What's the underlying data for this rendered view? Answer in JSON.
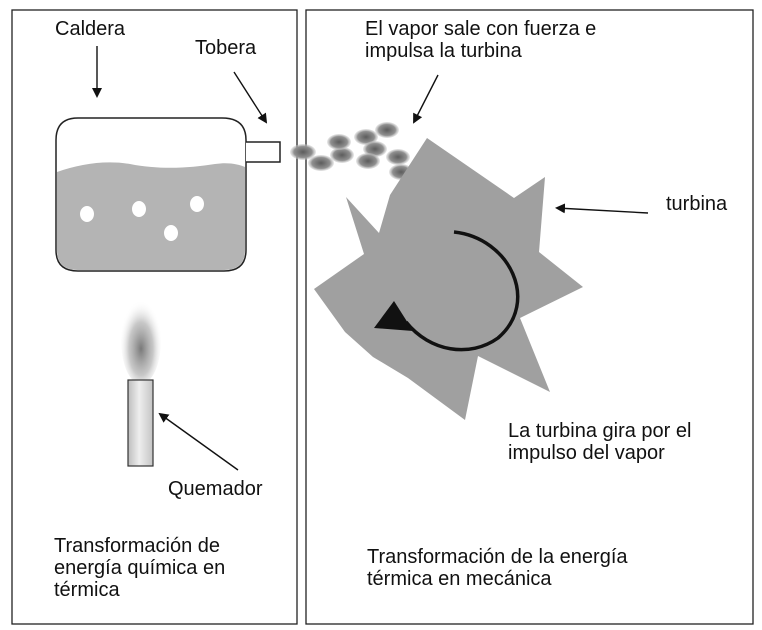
{
  "labels": {
    "caldera": "Caldera",
    "tobera": "Tobera",
    "quemador": "Quemador",
    "vapor": [
      "El vapor sale con fuerza e",
      "impulsa la turbina"
    ],
    "turbina": "turbina",
    "gira": [
      "La turbina gira por el",
      "impulso del vapor"
    ],
    "left_caption": [
      "Transformación de",
      "energía química en",
      "térmica"
    ],
    "right_caption": [
      "Transformación de la energía",
      "térmica en mecánica"
    ]
  },
  "colors": {
    "frame": "#222222",
    "water": "#b4b4b4",
    "turbine": "#a0a0a0",
    "steam": "#8a8a8a",
    "burner": "#d8d8d8",
    "arrow": "#111111"
  }
}
